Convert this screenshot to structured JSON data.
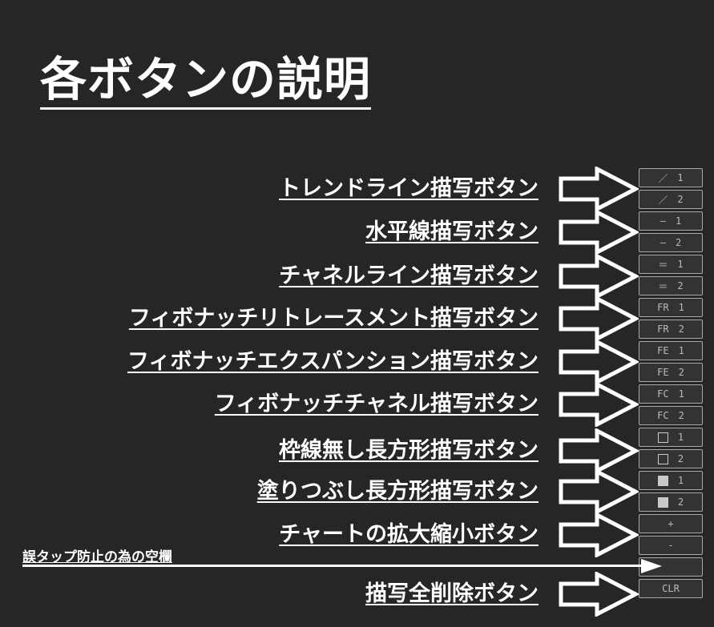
{
  "title": "各ボタンの説明",
  "labels": [
    "トレンドライン描写ボタン",
    "水平線描写ボタン",
    "チャネルライン描写ボタン",
    "フィボナッチリトレースメント描写ボタン",
    "フィボナッチエクスパンション描写ボタン",
    "フィボナッチチャネル描写ボタン",
    "枠線無し長方形描写ボタン",
    "塗りつぶし長方形描写ボタン",
    "チャートの拡大縮小ボタン",
    "描写全削除ボタン"
  ],
  "note": "誤タップ防止の為の空欄",
  "buttons": [
    {
      "sym": "／",
      "num": "1"
    },
    {
      "sym": "／",
      "num": "2"
    },
    {
      "sym": "—",
      "num": "1"
    },
    {
      "sym": "—",
      "num": "2"
    },
    {
      "sym": "＝",
      "num": "1"
    },
    {
      "sym": "＝",
      "num": "2"
    },
    {
      "sym": "FR",
      "num": "1"
    },
    {
      "sym": "FR",
      "num": "2"
    },
    {
      "sym": "FE",
      "num": "1"
    },
    {
      "sym": "FE",
      "num": "2"
    },
    {
      "sym": "FC",
      "num": "1"
    },
    {
      "sym": "FC",
      "num": "2"
    },
    {
      "sym": "□",
      "num": "1"
    },
    {
      "sym": "□",
      "num": "2"
    },
    {
      "sym": "■",
      "num": "1"
    },
    {
      "sym": "■",
      "num": "2"
    },
    {
      "sym": "+",
      "num": ""
    },
    {
      "sym": "-",
      "num": ""
    },
    {
      "sym": "",
      "num": ""
    },
    {
      "sym": "CLR",
      "num": ""
    }
  ]
}
